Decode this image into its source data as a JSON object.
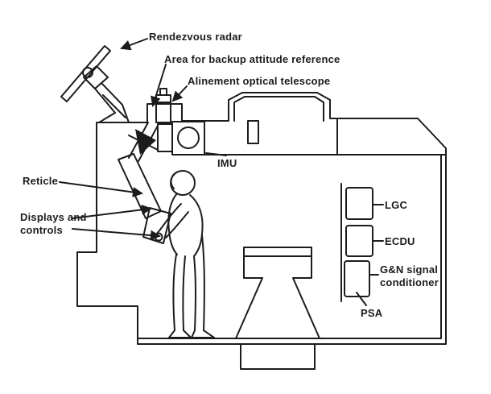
{
  "colors": {
    "background": "#ffffff",
    "ink": "#1c1c1c"
  },
  "labels": {
    "rendezvous_radar": "Rendezvous radar",
    "backup_attitude_reference": "Area for backup attitude reference",
    "alinement_optical_telescope": "Alinement optical telescope",
    "imu": "IMU",
    "reticle": "Reticle",
    "displays_and_controls": "Displays and controls",
    "lgc": "LGC",
    "ecdu": "ECDU",
    "gn_signal_conditioner": "G&N signal conditioner",
    "psa": "PSA"
  }
}
